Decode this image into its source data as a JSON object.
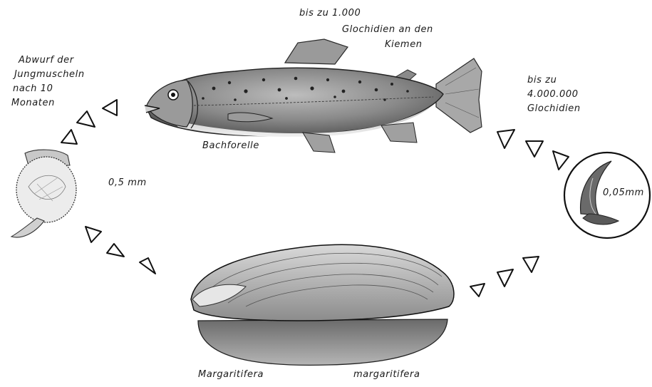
{
  "labels": {
    "fish_count_line1": "bis zu 1.000",
    "fish_count_line2": "Glochidien an den",
    "fish_count_line3": "Kiemen",
    "drop_line1": "Abwurf der",
    "drop_line2": "Jungmuscheln",
    "drop_line3": "nach 10",
    "drop_line4": "Monaten",
    "glochidia_line1": "bis zu",
    "glochidia_line2": "4.000.000",
    "glochidia_line3": "Glochidien",
    "fish_name": "Bachforelle",
    "juvenile_size": "0,5 mm",
    "glochidium_size": "0,05mm",
    "mussel_name_1": "Margaritifera",
    "mussel_name_2": "margaritifera"
  },
  "colors": {
    "ink": "#1a1a1a",
    "fish_body": "#8a8a8a",
    "fish_belly": "#e6e6e6",
    "shell": "#9a9a9a",
    "shell_dark": "#4a4a4a"
  },
  "icons": {
    "arrow": "triangle-arrow",
    "fish": "trout-drawing",
    "mussel": "mussel-drawing",
    "juvenile": "juvenile-mussel-drawing",
    "glochidium": "glochidium-drawing"
  }
}
